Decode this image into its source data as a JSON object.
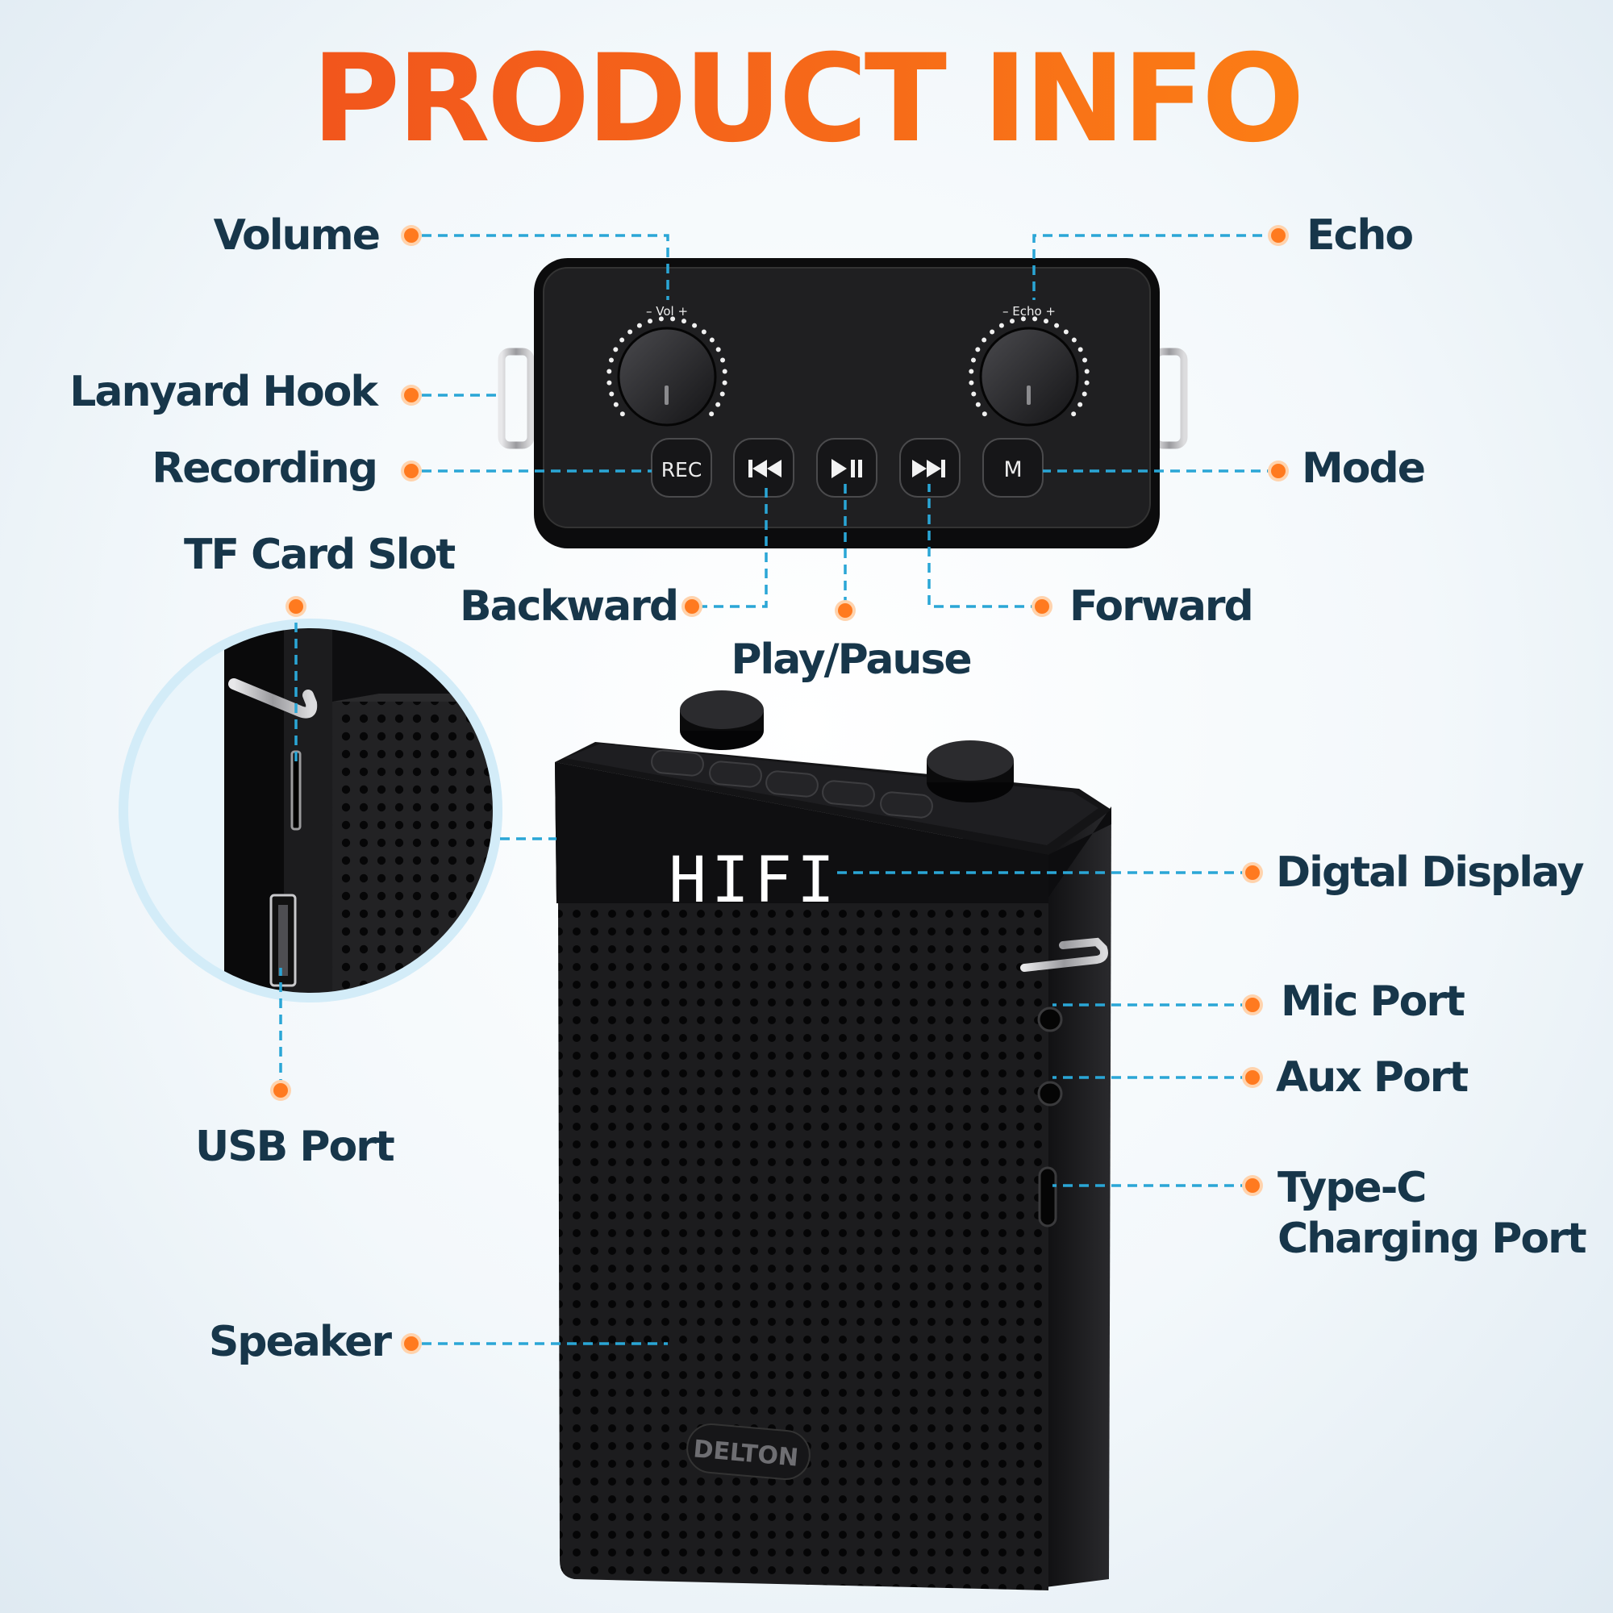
{
  "title": "PRODUCT INFO",
  "brand": "DELTON",
  "display_text": "HIFI",
  "panel": {
    "vol_label": "–  Vol  +",
    "echo_label": "– Echo +",
    "buttons": {
      "rec": "REC",
      "mode": "M"
    }
  },
  "callouts": {
    "volume": "Volume",
    "echo": "Echo",
    "lanyard_hook": "Lanyard Hook",
    "recording": "Recording",
    "mode": "Mode",
    "tf_card_slot": "TF Card Slot",
    "backward": "Backward",
    "forward": "Forward",
    "play_pause": "Play/Pause",
    "digital_display": "Digtal Display",
    "mic_port": "Mic Port",
    "aux_port": "Aux Port",
    "type_c": "Type-C\nCharging Port",
    "usb_port": "USB Port",
    "speaker": "Speaker"
  },
  "colors": {
    "title_start": "#ef4a1e",
    "title_end": "#ff8a12",
    "label_text": "#17364a",
    "leader_line": "#2aa6d6",
    "marker_dot": "#ff7a1f",
    "device_body": "#1b1b1d"
  }
}
